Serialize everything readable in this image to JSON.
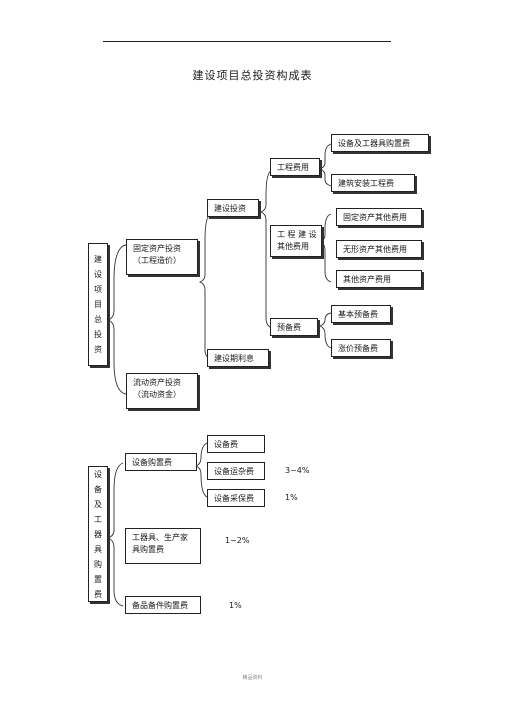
{
  "title": "建设项目总投资构成表",
  "diagram1": {
    "root": [
      "建",
      "设",
      "项",
      "目",
      "总",
      "投",
      "资"
    ],
    "fixed_asset": [
      "固定资产投资",
      "（工程造价）"
    ],
    "working_capital": [
      "流动资产投资",
      "（流动资金）"
    ],
    "construction_investment": "建设投资",
    "construction_interest": "建设期利息",
    "engineering_cost": "工程费用",
    "other_cost": [
      "工 程 建 设",
      "其他费用"
    ],
    "reserve": "预备费",
    "equip_purchase": "设备及工器具购置费",
    "building_install": "建筑安装工程费",
    "fixed_other": "固定资产其他费用",
    "intangible_other": "无形资产其他费用",
    "other_asset": "其他资产费用",
    "basic_reserve": "基本预备费",
    "price_reserve": "涨价预备费"
  },
  "diagram2": {
    "root": [
      "设",
      "备",
      "及",
      "工",
      "器",
      "具",
      "购",
      "置",
      "费"
    ],
    "equipment_purchase": "设备购置费",
    "tools_purchase": [
      "工器具、生产家",
      "具购置费"
    ],
    "spare_parts": "备品备件购置费",
    "equipment_fee": "设备费",
    "transport_fee": "设备运杂费",
    "procurement_fee": "设备采保费",
    "pct_transport": "3~4%",
    "pct_procurement": "1%",
    "pct_tools": "1~2%",
    "pct_spare": "1%"
  },
  "footer": "精品资料"
}
